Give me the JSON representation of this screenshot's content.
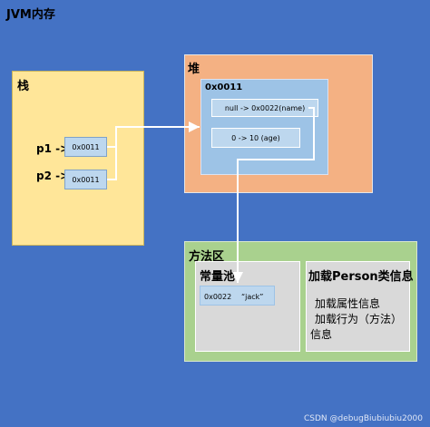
{
  "jvm": {
    "title": "JVM内存"
  },
  "stack": {
    "title": "栈",
    "vars": [
      {
        "label": "p1 ->",
        "value": "0x0011"
      },
      {
        "label": "p2 ->",
        "value": "0x0011"
      }
    ]
  },
  "heap": {
    "title": "堆",
    "object": {
      "address": "0x0011",
      "fields": [
        "null -> 0x0022(name)",
        "0 -> 10  (age)"
      ]
    }
  },
  "method_area": {
    "title": "方法区",
    "constant_pool": {
      "title": "常量池",
      "entry_address": "0x0022",
      "entry_value": "“jack”"
    },
    "class_info": {
      "title": "加载Person类信息",
      "lines": [
        "加载属性信息",
        "加载行为（方法）",
        "信息"
      ]
    }
  },
  "watermark": "CSDN @debugBiubiubiu2000",
  "colors": {
    "background": "#4472c4",
    "stack": "#ffe699",
    "heap": "#f4b183",
    "object": "#9dc3e6",
    "cell": "#bdd7ee",
    "method_area": "#a9d18e",
    "panel": "#d9d9d9",
    "arrow": "#ffffff"
  }
}
